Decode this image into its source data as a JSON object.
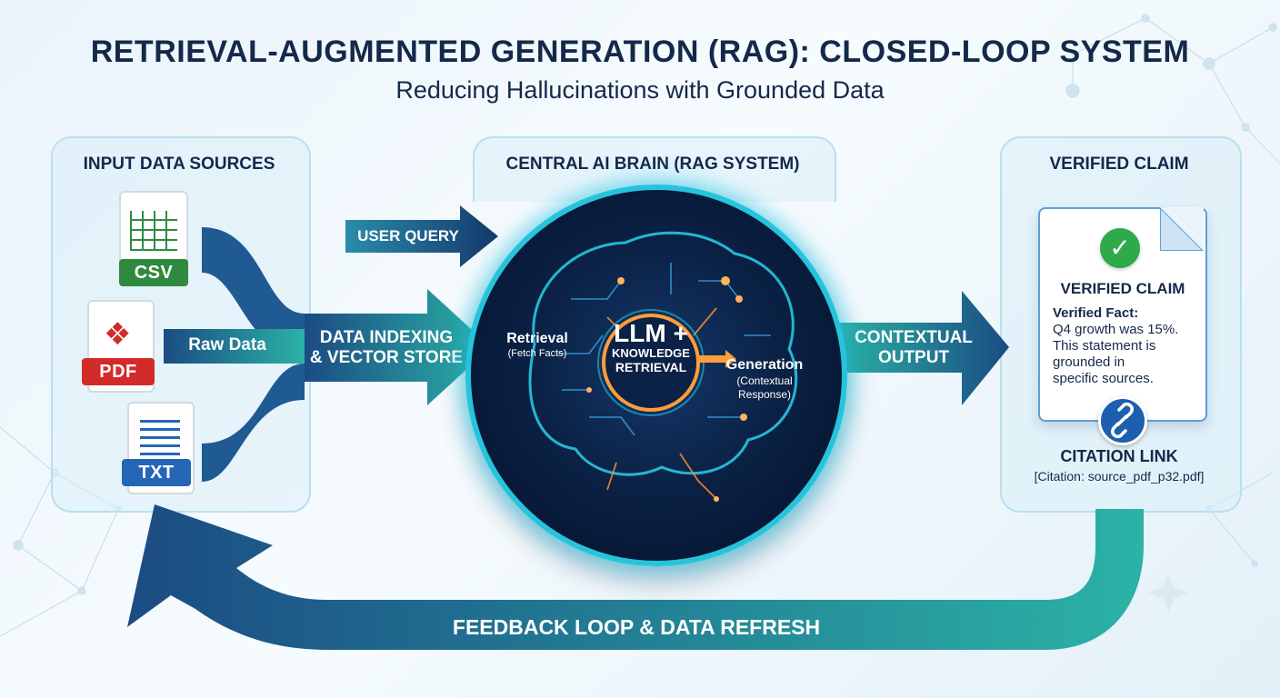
{
  "header": {
    "title": "RETRIEVAL-AUGMENTED GENERATION (RAG): CLOSED-LOOP SYSTEM",
    "subtitle": "Reducing Hallucinations with Grounded Data"
  },
  "left_panel": {
    "title": "INPUT DATA SOURCES",
    "files": [
      {
        "label": "CSV",
        "icon": "spreadsheet-file-icon",
        "color": "#2f8a3f"
      },
      {
        "label": "PDF",
        "icon": "pdf-file-icon",
        "color": "#d32a2a"
      },
      {
        "label": "TXT",
        "icon": "text-file-icon",
        "color": "#2566b6"
      }
    ],
    "raw_data_label": "Raw Data"
  },
  "flow": {
    "indexing_label_line1": "DATA INDEXING",
    "indexing_label_line2": "& VECTOR STORE",
    "user_query_label": "USER QUERY",
    "contextual_output_line1": "CONTEXTUAL",
    "contextual_output_line2": "OUTPUT",
    "feedback_label": "FEEDBACK LOOP & DATA REFRESH"
  },
  "center_panel": {
    "title": "CENTRAL AI BRAIN (RAG SYSTEM)",
    "core_line1": "LLM +",
    "core_line2": "KNOWLEDGE",
    "core_line3": "RETRIEVAL",
    "retrieval_title": "Retrieval",
    "retrieval_sub": "(Fetch Facts)",
    "generation_title": "Generation",
    "generation_sub1": "(Contextual",
    "generation_sub2": "Response)"
  },
  "right_panel": {
    "title": "VERIFIED CLAIM",
    "card_heading": "VERIFIED CLAIM",
    "fact_label": "Verified Fact:",
    "fact_lines": [
      "Q4 growth was 15%.",
      "This statement is",
      "grounded in",
      "specific sources."
    ],
    "citation_title": "CITATION LINK",
    "citation_text": "[Citation: source_pdf_p32.pdf]"
  },
  "colors": {
    "navy": "#14294a",
    "arrow_dark": "#1b4b83",
    "arrow_teal": "#2bb3a6",
    "glow_cyan": "#27c3dc",
    "check_green": "#2fa94a",
    "link_blue": "#1c5fb0"
  }
}
